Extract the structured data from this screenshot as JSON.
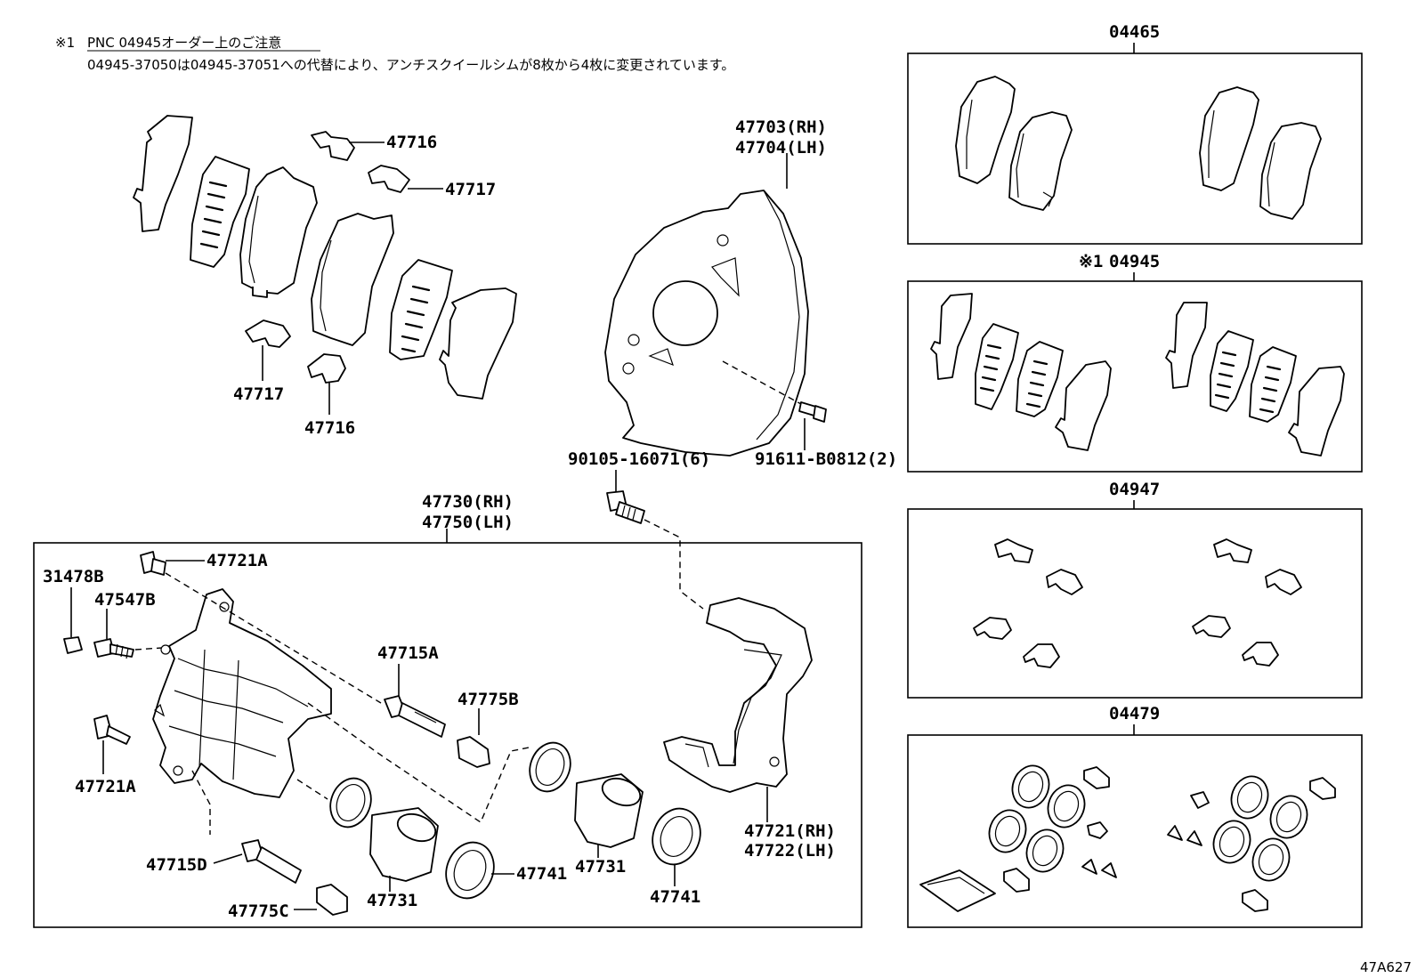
{
  "note": {
    "mark": "※1",
    "heading": "PNC 04945オーダー上のご注意",
    "body": "04945-37050は04945-37051への代替により、アンチスクイールシムが8枚から4枚に変更されています。"
  },
  "labels": {
    "p47716_top": "47716",
    "p47717_top": "47717",
    "p47717_bot": "47717",
    "p47716_bot": "47716",
    "p47703": "47703(RH)",
    "p47704": "47704(LH)",
    "p90105": "90105-16071(6)",
    "p91611": "91611-B0812(2)",
    "p47730": "47730(RH)",
    "p47750": "47750(LH)",
    "p47721A_top": "47721A",
    "p31478B": "31478B",
    "p47547B": "47547B",
    "p47715A": "47715A",
    "p47775B": "47775B",
    "p47721A_bot": "47721A",
    "p47715D": "47715D",
    "p47775C": "47775C",
    "p47731_a": "47731",
    "p47741_a": "47741",
    "p47731_b": "47731",
    "p47741_b": "47741",
    "p47721": "47721(RH)",
    "p47722": "47722(LH)",
    "kit04465": "04465",
    "kit04945_mark": "※1",
    "kit04945": "04945",
    "kit04947": "04947",
    "kit04479": "04479",
    "figure_code": "47A627"
  }
}
